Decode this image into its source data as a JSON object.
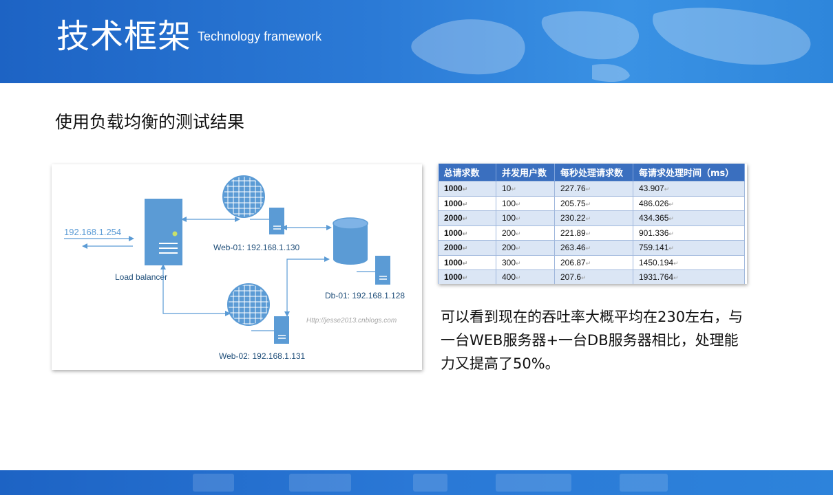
{
  "header": {
    "title": "技术框架",
    "subtitle": "Technology framework"
  },
  "section_heading": "使用负载均衡的测试结果",
  "diagram": {
    "client_ip": "192.168.1.254",
    "load_balancer_label": "Load balancer",
    "web01_label": "Web-01: 192.168.1.130",
    "web02_label": "Web-02: 192.168.1.131",
    "db01_label": "Db-01: 192.168.1.128",
    "watermark": "Http://jesse2013.cnblogs.com",
    "colors": {
      "server": "#5b9bd5",
      "arrow": "#5b9bd5",
      "text": "#1f4e79",
      "ip_text": "#5b9bd5"
    }
  },
  "table": {
    "headers": [
      "总请求数",
      "并发用户数",
      "每秒处理请求数",
      "每请求处理时间（ms）"
    ],
    "rows": [
      [
        "1000",
        "10",
        "227.76",
        "43.907"
      ],
      [
        "1000",
        "100",
        "205.75",
        "486.026"
      ],
      [
        "2000",
        "100",
        "230.22",
        "434.365"
      ],
      [
        "1000",
        "200",
        "221.89",
        "901.336"
      ],
      [
        "2000",
        "200",
        "263.46",
        "759.141"
      ],
      [
        "1000",
        "300",
        "206.87",
        "1450.194"
      ],
      [
        "1000",
        "400",
        "207.6",
        "1931.764"
      ]
    ]
  },
  "summary": "可以看到现在的吞吐率大概平均在230左右，与一台WEB服务器+一台DB服务器相比，处理能力又提高了50%。"
}
